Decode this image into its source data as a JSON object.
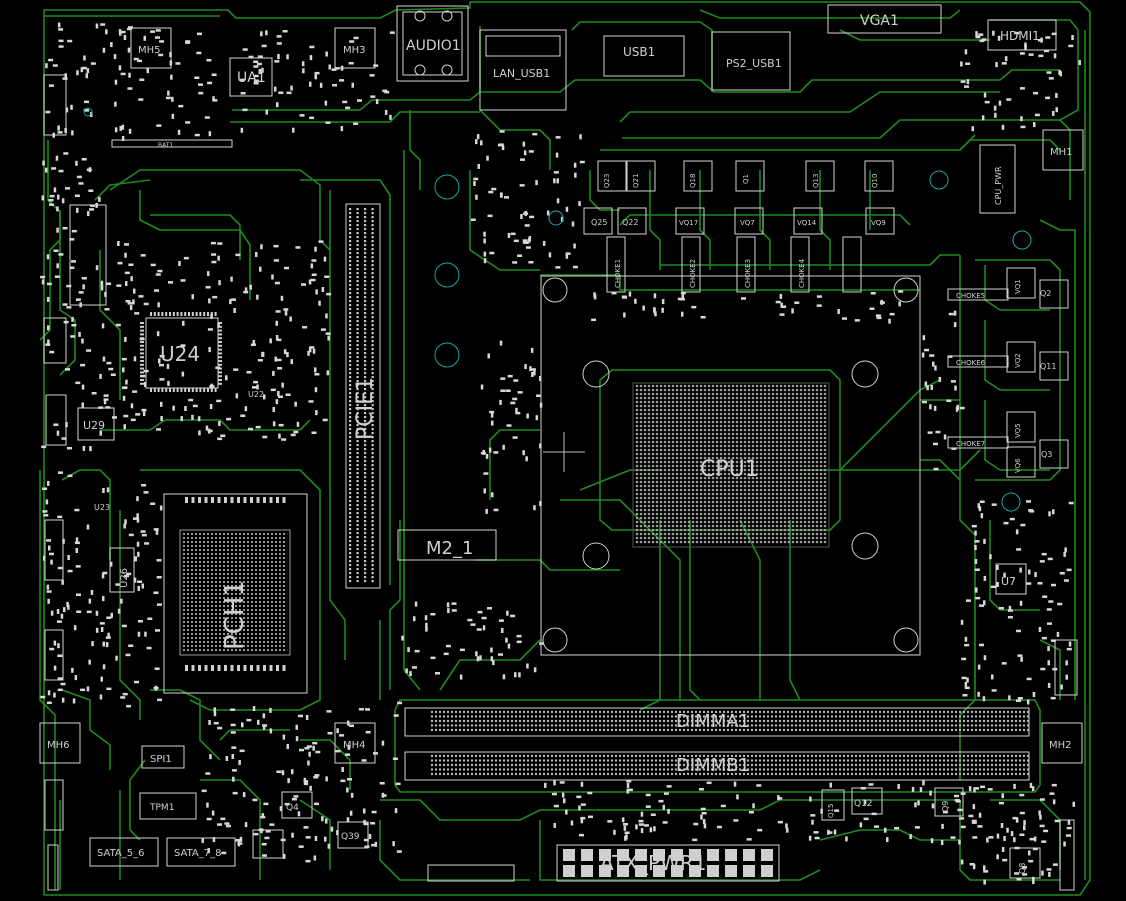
{
  "board": {
    "colors": {
      "background": "#000000",
      "trace": "#1f8a1f",
      "outline": "#d8d8d8",
      "pad": "#bdbdbd"
    },
    "labels": {
      "audio": "AUDIO1",
      "lan_usb": "LAN_USB1",
      "usb": "USB1",
      "ps2_usb": "PS2_USB1",
      "vga": "VGA1",
      "hdmi": "HDMI1",
      "ua1": "UA1",
      "bat": "BAT1",
      "u24": "U24",
      "u29": "U29",
      "u22": "U22",
      "u23": "U23",
      "u26": "U26",
      "u7": "U7",
      "pcie": "PCIE1",
      "pch": "PCH1",
      "m2": "M2_1",
      "cpu": "CPU1",
      "dimm_a": "DIMMA1",
      "dimm_b": "DIMMB1",
      "atx": "ATX_PWR1",
      "sata56": "SATA_5_6",
      "sata78": "SATA_7_8",
      "spi": "SPI1",
      "tpm": "TPM1",
      "mh1": "MH1",
      "mh2": "MH2",
      "mh3": "MH3",
      "mh4": "MH4",
      "mh5": "MH5",
      "mh6": "MH6",
      "choke1": "CHOKE1",
      "choke2": "CHOKE2",
      "choke3": "CHOKE3",
      "choke4": "CHOKE4",
      "choke5": "CHOKE5",
      "choke6": "CHOKE6",
      "choke7": "CHOKE7",
      "q25": "Q25",
      "q22": "Q22",
      "q23": "Q23",
      "q21": "Q21",
      "q18": "Q18",
      "q1": "Q1",
      "q13": "Q13",
      "q10": "Q10",
      "q2": "Q2",
      "q11": "Q11",
      "q3": "Q3",
      "q4": "Q4",
      "q12": "Q12",
      "q15": "Q15",
      "q9": "Q9",
      "q39": "Q39",
      "q8": "Q8",
      "vq17": "VQ17",
      "vq7": "VQ7",
      "vq14": "VQ14",
      "vq9": "VQ9",
      "vq1": "VQ1",
      "vq2": "VQ2",
      "vq5": "VQ5",
      "vq6": "VQ6",
      "cpu_pwr": "CPU_PWR"
    }
  }
}
